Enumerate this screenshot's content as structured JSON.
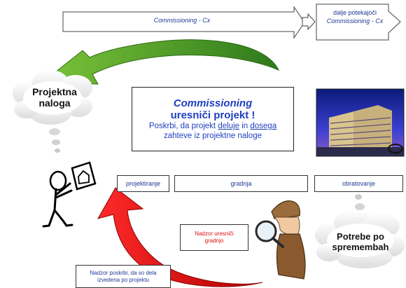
{
  "top_arrow": {
    "label": "Commissioning - Cx"
  },
  "continuing_box": {
    "line1": "dalje potekajoči",
    "line2": "Commissioning - Cx"
  },
  "cloud_left": {
    "line1": "Projektna",
    "line2": "naloga"
  },
  "cloud_right": {
    "line1": "Potrebe po",
    "line2": "spremembah"
  },
  "center_box": {
    "title": "Commissioning",
    "subtitle": "uresniči projekt !",
    "line1_prefix": "Poskrbi, da projekt ",
    "line1_u1": "deluje",
    "line1_mid": " in ",
    "line1_u2": "dosega",
    "line2": "zahteve iz projektne naloge"
  },
  "phases": {
    "design": "projektiranje",
    "construction": "gradnja",
    "operation": "obratovanje"
  },
  "supervision_note": {
    "line1": "Nadzor uresniči",
    "line2": "gradnjo"
  },
  "supervision_bottom": {
    "line1": "Nadzor poskrbi, da so dela",
    "line2": "izvedena po projektu"
  },
  "colors": {
    "green": "#4c9a2a",
    "red": "#d81b1b",
    "text_blue": "#1f3a93"
  },
  "icons": [
    "building-photo-icon",
    "stick-figure-with-house-icon",
    "detective-magnifier-icon"
  ]
}
